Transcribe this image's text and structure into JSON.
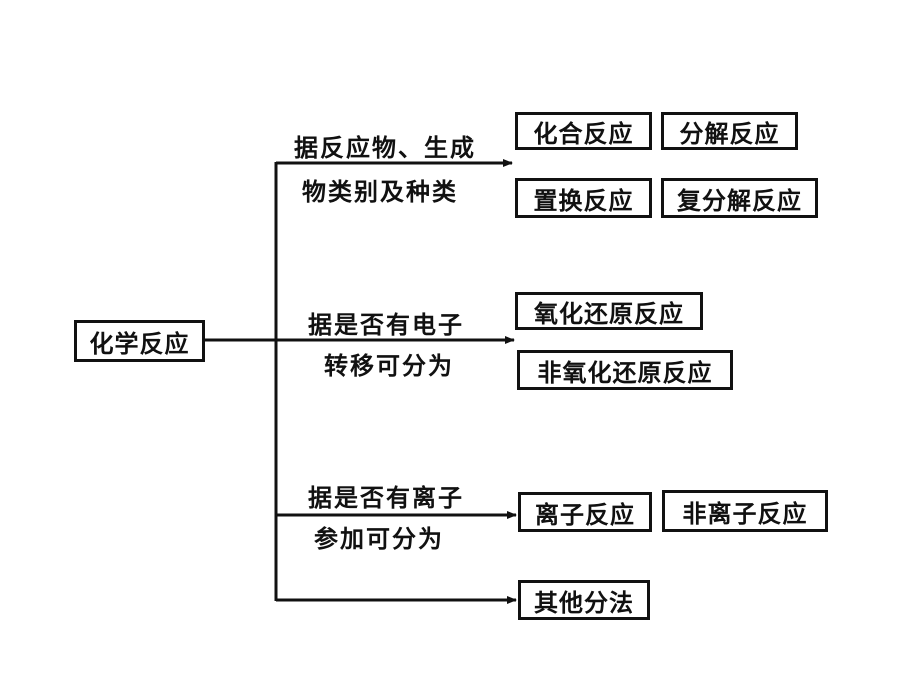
{
  "root": "化学反应",
  "branches": [
    {
      "label_line1": "据反应物、生成",
      "label_line2": "物类别及种类",
      "items": [
        "化合反应",
        "分解反应",
        "置换反应",
        "复分解反应"
      ]
    },
    {
      "label_line1": "据是否有电子",
      "label_line2": "转移可分为",
      "items": [
        "氧化还原反应",
        "非氧化还原反应"
      ]
    },
    {
      "label_line1": "据是否有离子",
      "label_line2": "参加可分为",
      "items": [
        "离子反应",
        "非离子反应"
      ]
    },
    {
      "items": [
        "其他分法"
      ]
    }
  ]
}
